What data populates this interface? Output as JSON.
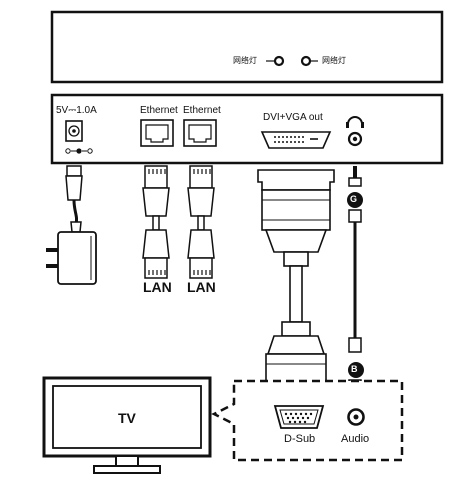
{
  "top_panel": {
    "indicator_1": "网络灯",
    "indicator_2": "网络灯"
  },
  "ports_panel": {
    "power_label": "5V⎓1.0A",
    "ethernet_1_label": "Ethernet",
    "ethernet_2_label": "Ethernet",
    "video_label": "DVI+VGA out",
    "audio_icon": "headphone-icon",
    "polarity_icon": "dc-polarity-icon"
  },
  "cables": {
    "lan_1_label": "LAN",
    "lan_2_label": "LAN",
    "audio_plug_top_marker": "G",
    "audio_plug_bottom_marker": "B"
  },
  "tv": {
    "label": "TV",
    "dsub_label": "D-Sub",
    "audio_label": "Audio"
  }
}
